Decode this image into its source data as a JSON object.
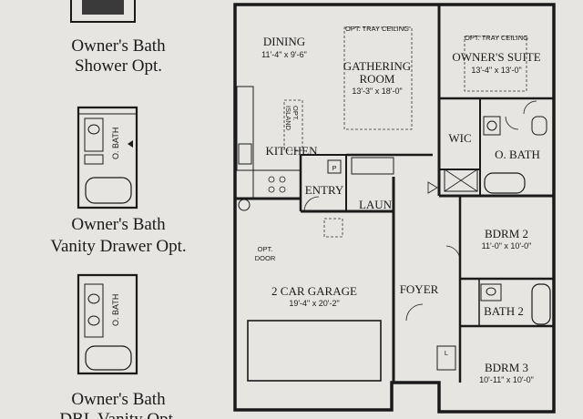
{
  "options": [
    {
      "line1": "Owner's Bath",
      "line2": "Shower Opt."
    },
    {
      "line1": "Owner's Bath",
      "line2": "Vanity Drawer Opt."
    },
    {
      "line1": "Owner's Bath",
      "line2": "DBL Vanity Opt."
    }
  ],
  "option_bath_label": "O. BATH",
  "rooms": {
    "dining": {
      "name": "DINING",
      "dim": "11'-4\" x 9'-6\""
    },
    "gathering": {
      "name_line1": "GATHERING",
      "name_line2": "ROOM",
      "dim": "13'-3\" x 18'-0\"",
      "note": "OPT. TRAY CEILING"
    },
    "owners_suite": {
      "name": "OWNER'S SUITE",
      "dim": "13'-4\" x 13'-0\"",
      "note": "OPT. TRAY CEILING"
    },
    "kitchen": {
      "name": "KITCHEN",
      "island_line1": "OPT.",
      "island_line2": "ISLAND"
    },
    "wic": {
      "name": "WIC"
    },
    "o_bath": {
      "name": "O. BATH"
    },
    "entry": {
      "name": "ENTRY"
    },
    "laun": {
      "name": "LAUN"
    },
    "pantry": {
      "name": "P"
    },
    "bdrm2": {
      "name": "BDRM 2",
      "dim": "11'-0\" x 10'-0\""
    },
    "garage": {
      "name": "2 CAR GARAGE",
      "dim": "19'-4\" x 20'-2\"",
      "door_line1": "OPT.",
      "door_line2": "DOOR"
    },
    "foyer": {
      "name": "FOYER"
    },
    "bath2": {
      "name": "BATH 2"
    },
    "bdrm3": {
      "name": "BDRM 3",
      "dim": "10'-11\" x 10'-0\""
    },
    "linen": {
      "name": "L"
    }
  }
}
